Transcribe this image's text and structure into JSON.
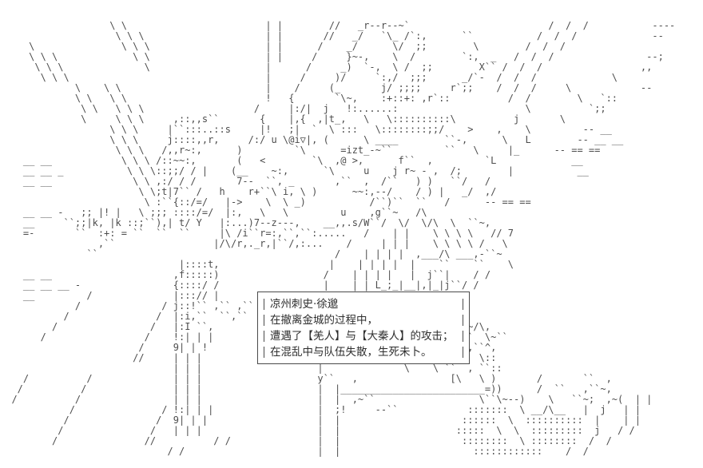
{
  "scene": {
    "background_color": "#ffffff",
    "art_color": "#4d4d4d",
    "ascii_art_lines": [
      "",
      "",
      "                   \\ \\                        | |        //   _r--r--~`                        /  /  /           ----",
      "                    \\ \\ \\                     | |       //   _/   `\\_ /`:,      ``           /  /  /             --",
      "     \\               \\ \\ \\                    | |      /    _/      \\/  ;;        \\        /  /  /",
      "     \\ \\ \\             \\ \\                    | |     /     }~-,    \\  /        `:,  _   /  /  /                --;",
      "      \\ \\ \\              \\                    |      /     _)  `-,  \\ /  ;;        X`` /  /  /                 ,,",
      "       \\ \\ \\                                  |     /     )/     `:,/  ;;;      _/`-  /  /  /             \\",
      "             \\    \\ \\                         |    /     (_       j/ ;;;;     r`;;    /  /  /     \\            --",
      "             \\ \\   \\ \\                        !   {       `\\~,    :+::+: ,r`::          /  /        \\   `::",
      "              \\ \\   \\ \\ \\                   /     |:/|  j   !:......:                      \\          `;;",
      "              \\     \\ \\ \\     ,::,,s``       {    |,{  ,|t_,   \\   \\::::::::::\\          j       \\",
      "                   \\ \\ \\     |``:::..::s     |!   ;|  `  \\ :::   \\::::::::;;/    >    ,    \\         -- __",
      "                   \\ \\ \\     j::::,,r,     /:/ u \\@i▽|, (      \\ ____        ``-,      \\   L        -- __ __",
      "                    \\ \\ \\   /,,r~:,      )         `\\      =izt_-~``         ``   \\     |_      -- == ==",
      "    __ __            \\ \\ \\ /::~~:,       (   <        `\\  ,@ >,      f``  ,         `L             __",
      "    __ __ _           \\ \\ \\::;;/ / |    (__    ~:,      `\\     u    j r~ - ,  /;        |           __",
      "    __ __              \\ \\ ,:/ / /       7--  ``, _       ,``  ,  /``   ) )   ``/   /",
      "                        \\ \\;t|7`` /   h    r+``\\ i, \\ )      ~~:,--/    / ) |   _/  ,/",
      "                         \\ :``{::/=/   |->    \\  \\ _)           /``)``  ``   /      -- == ==",
      "    __ __ -   ;; |! |   \\ ;;; ::::/=/  |:,   \\   \\         u    ,g``~   /\\",
      "    __     ``;;|k, |k ::;``),| t/ Y   |:...)7--z---,    __,,.s/W``/  \\/  \\/\\  \\  ``~,",
      "    =-       ``  :+: = ``  ``  ``     |\\ /i``r=:,``,``:.....   /    | |    \\ \\ \\ \\   // 7",
      "                 ,``                 |/\\/r,._r,|``/,:...    /     | | |    \\ \\ \\ \\ /   \\",
      "               ``                                         /    | | | |  ,___/\\ ___,-``~",
      "                               |::::t,                   |    | | | |  |    ``    ``    \\",
      "    __ __                     ,f:::::)                  /    | | | |   |  j``|    / /",
      "    __ __ __ -                {::::/ /                  |    | | L_;_|__|,|_|j``/ /",
      "    __         /              |:::// |                 /     | |       ▽    /",
      "             /              / j::!`` ,`` ,``           |     | |       ]    |",
      "           /               /  |:i,``  ``,``            |     | |__     j    |",
      "         /                /   |:I ``,                  |     |   \\___,:|__|,___,-~/\\,",
      "       /                 /    !:| | |                  |      ~:,     \\  \\ ``~--``  \\~``",
      "                        /     9| | !                   |        -:,  ``\\  \\ \\    ,``^,",
      "                       //     | | |                    |             \\   \\ \\  ``   \\::",
      "                              | | |                    |              \\    \\ ``  , ``::",
      "    /          /              | | |                    y``   ,                [\\   \\ )       /       ``  ,",
      "   /          /               | | |                    |  |_________________________=))      /  ``   ,``~,",
      "  /          /                | | |                    |  |  ,~``                  \\``\\~--)    \\   ``~;  ,~(  | |",
      "            /               / !:| | |                  |  ;!     --``            :::::::  \\ __/\\__   |  j   | |",
      "           /               /  9| | |                   |  |                     ::::::  \\  ::::::::::  |    | |",
      "          /               /   | | |                    |  |                    :::::  \\  \\  :::::::::  j   / /",
      "         /               //          / /               |  |                     ::::::::  \\ ::::::::  /  /",
      "                             / /                       |  |                       ::::::::::::    /  /",
      ""
    ]
  },
  "dialog_box": {
    "border_color": "#4a4a4a",
    "text_color": "#2e2e2e",
    "lines": [
      "凉州刺史·徐邈",
      "在撤离金城的过程中，",
      "遭遇了【羌人】与【大秦人】的攻击；",
      "在混乱中与队伍失散，生死未卜。"
    ]
  }
}
